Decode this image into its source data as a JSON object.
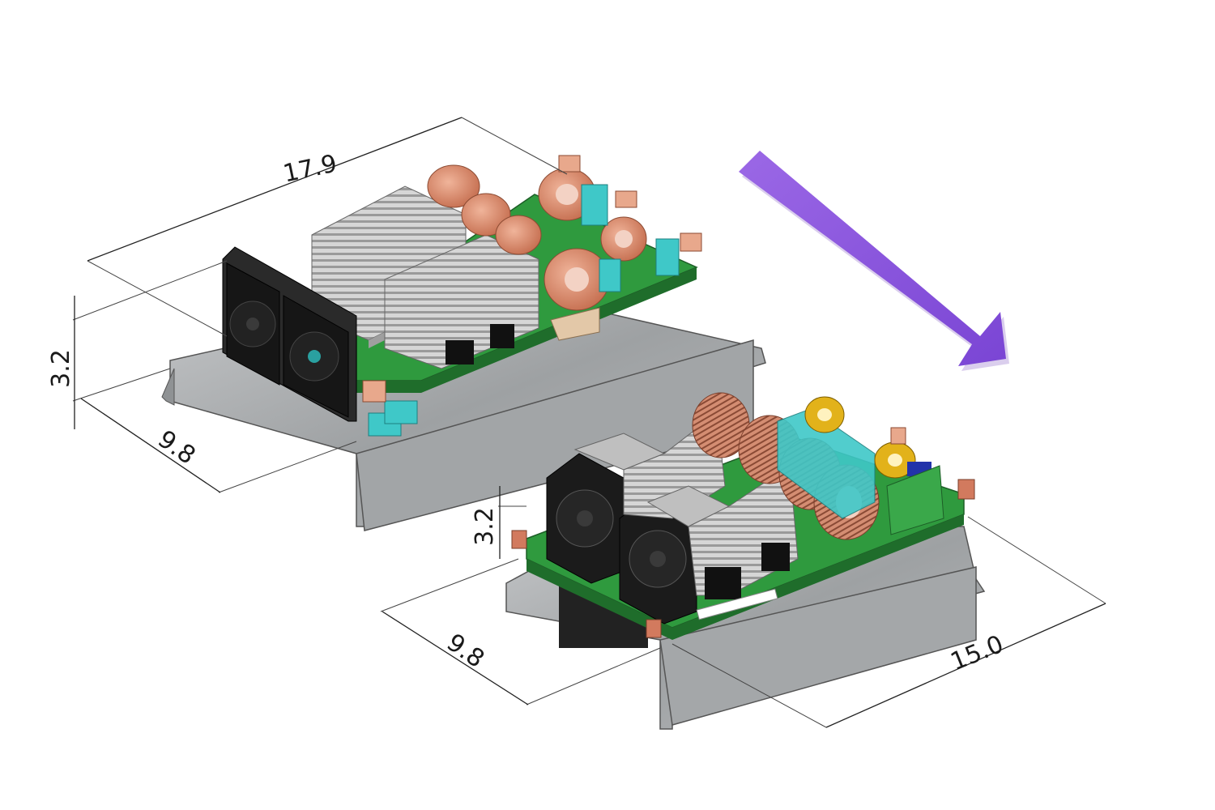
{
  "dimensions": {
    "old_length": "17.9",
    "old_height": "3.2",
    "old_width": "9.8",
    "new_height": "3.2",
    "new_width": "9.8",
    "new_length": "15.0"
  },
  "colors": {
    "arrow": "#8a55dc",
    "pcb": "#2f9a3e",
    "copper": "#d98a6c",
    "heatsink": "#c8c8c8",
    "baseplate": "#a9acae",
    "cap_cyan": "#3fc8c8",
    "fan": "#1b1b1b",
    "yellow_core": "#e2b21a"
  },
  "icons": {
    "arrow": "down-right-arrow-icon"
  }
}
